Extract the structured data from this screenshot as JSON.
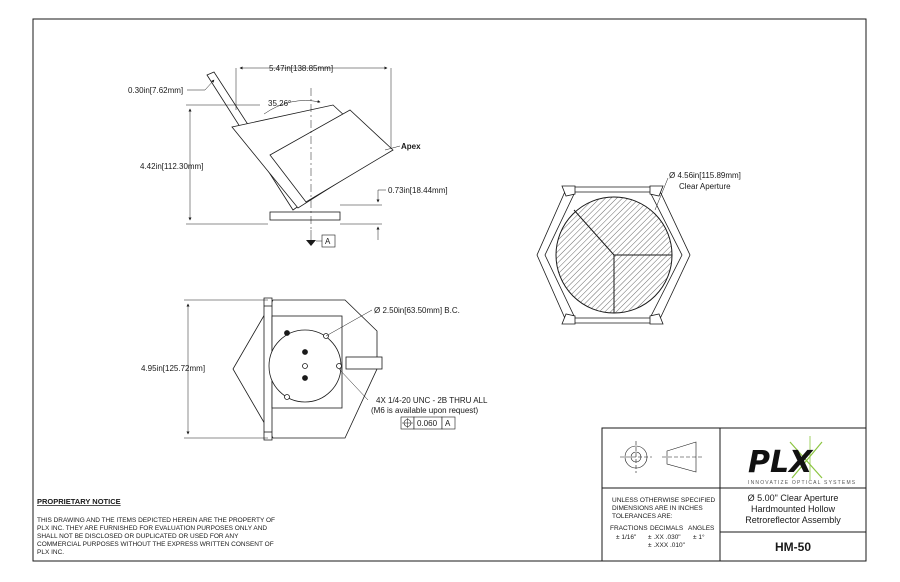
{
  "side_view": {
    "dim_width": "5.47in[138.85mm]",
    "dim_flange": "0.30in[7.62mm]",
    "dim_angle": "35.26°",
    "label_apex": "Apex",
    "dim_height": "4.42in[112.30mm]",
    "dim_base": "0.73in[18.44mm]",
    "datum": "A"
  },
  "front_view": {
    "dim_aperture": "Ø 4.56in[115.89mm]",
    "label_aperture": "Clear Aperture"
  },
  "rear_view": {
    "dim_bolt_circle": "Ø 2.50in[63.50mm] B.C.",
    "dim_height": "4.95in[125.72mm]",
    "note_thread": "4X 1/4-20 UNC - 2B THRU ALL",
    "note_metric": "(M6 is available upon request)",
    "tolerance_value": "0.060",
    "tolerance_datum": "A"
  },
  "notice": {
    "title": "PROPRIETARY NOTICE",
    "lines": [
      "THIS DRAWING AND THE ITEMS DEPICTED HEREIN ARE THE PROPERTY OF",
      "PLX INC. THEY ARE FURNISHED FOR EVALUATION PURPOSES ONLY AND",
      "SHALL NOT BE DISCLOSED OR DUPLICATED OR USED FOR ANY",
      "COMMERCIAL PURPOSES WITHOUT THE EXPRESS WRITTEN CONSENT OF",
      "PLX INC."
    ]
  },
  "title_block": {
    "logo_text": "PLX",
    "logo_tagline": "INNOVATIZE OPTICAL SYSTEMS",
    "tolerance_lines": [
      "UNLESS OTHERWISE SPECIFIED",
      "DIMENSIONS ARE IN INCHES",
      "TOLERANCES ARE:"
    ],
    "fractions_label": "FRACTIONS",
    "fractions_value": "± 1/16\"",
    "decimals_label": "DECIMALS",
    "decimals_xx": "± .XX  .030\"",
    "decimals_xxx": "± .XXX .010\"",
    "angles_label": "ANGLES",
    "angles_value": "± 1°",
    "title_lines": [
      "Ø 5.00\" Clear Aperture",
      "Hardmounted Hollow",
      "Retroreflector Assembly"
    ],
    "part_number": "HM-50"
  },
  "colors": {
    "line": "#1a1a1a",
    "logo_green": "#8bc53f"
  }
}
